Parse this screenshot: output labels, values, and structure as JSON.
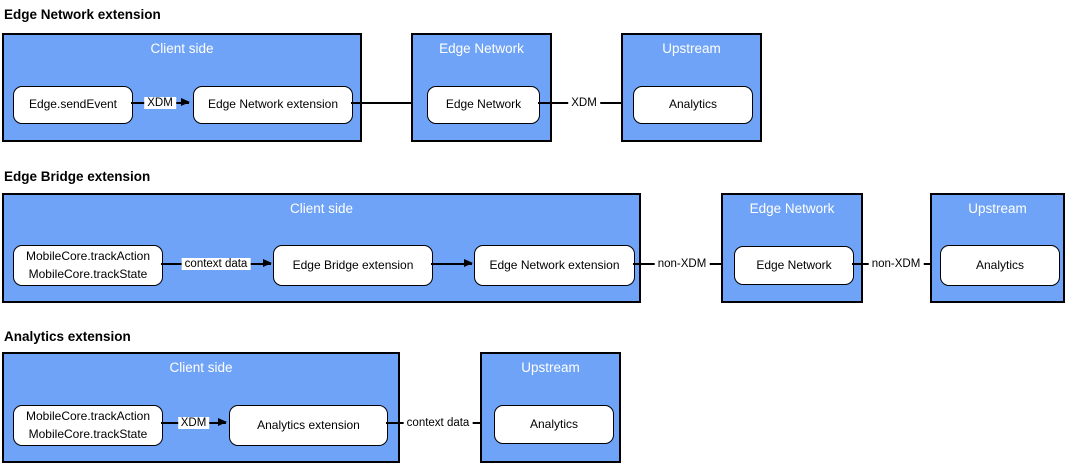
{
  "colors": {
    "container_fill": "#6FA3F7",
    "container_border": "#000000",
    "node_fill": "#FFFFFF",
    "node_border": "#000000",
    "container_label_color": "#FFFFFF"
  },
  "sections": {
    "s1": {
      "title": "Edge Network extension",
      "client": {
        "label": "Client side",
        "node_send_event": "Edge.sendEvent",
        "node_edge_ext": "Edge Network extension"
      },
      "arrows": {
        "xdm1": "XDM",
        "xdm2": "XDM"
      },
      "edge_network": {
        "label": "Edge Network",
        "node": "Edge Network"
      },
      "upstream": {
        "label": "Upstream",
        "node": "Analytics"
      }
    },
    "s2": {
      "title": "Edge Bridge extension",
      "client": {
        "label": "Client side",
        "node_track_line1": "MobileCore.trackAction",
        "node_track_line2": "MobileCore.trackState",
        "node_bridge": "Edge Bridge extension",
        "node_edge_ext": "Edge Network extension"
      },
      "arrows": {
        "context": "context data",
        "nonxdm1": "non-XDM",
        "nonxdm2": "non-XDM"
      },
      "edge_network": {
        "label": "Edge Network",
        "node": "Edge Network"
      },
      "upstream": {
        "label": "Upstream",
        "node": "Analytics"
      }
    },
    "s3": {
      "title": "Analytics extension",
      "client": {
        "label": "Client side",
        "node_track_line1": "MobileCore.trackAction",
        "node_track_line2": "MobileCore.trackState",
        "node_analytics_ext": "Analytics extension"
      },
      "arrows": {
        "xdm": "XDM",
        "context": "context data"
      },
      "upstream": {
        "label": "Upstream",
        "node": "Analytics"
      }
    }
  }
}
